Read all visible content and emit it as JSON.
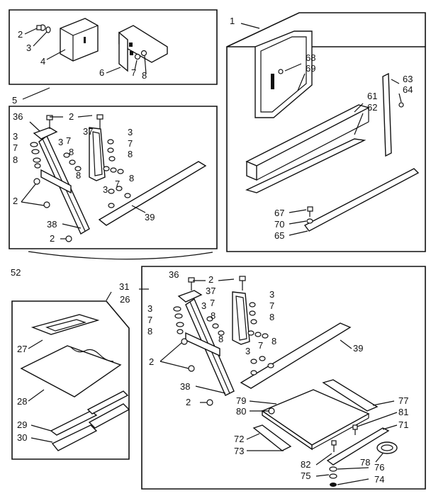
{
  "diagram": {
    "labels": {
      "l1": "1",
      "l2": "2",
      "l3": "3",
      "l4": "4",
      "l5": "5",
      "l6": "6",
      "l7": "7",
      "l8": "8",
      "l26": "26",
      "l27": "27",
      "l28": "28",
      "l29": "29",
      "l30": "30",
      "l31": "31",
      "l36": "36",
      "l37": "37",
      "l38": "38",
      "l39": "39",
      "l52": "52",
      "l61": "61",
      "l62": "62",
      "l63": "63",
      "l64": "64",
      "l65": "65",
      "l67": "67",
      "l68": "68",
      "l69": "69",
      "l70": "70",
      "l71": "71",
      "l72": "72",
      "l73": "73",
      "l74": "74",
      "l75": "75",
      "l76": "76",
      "l77": "77",
      "l78": "78",
      "l79": "79",
      "l80": "80",
      "l81": "81",
      "l82": "82"
    }
  }
}
